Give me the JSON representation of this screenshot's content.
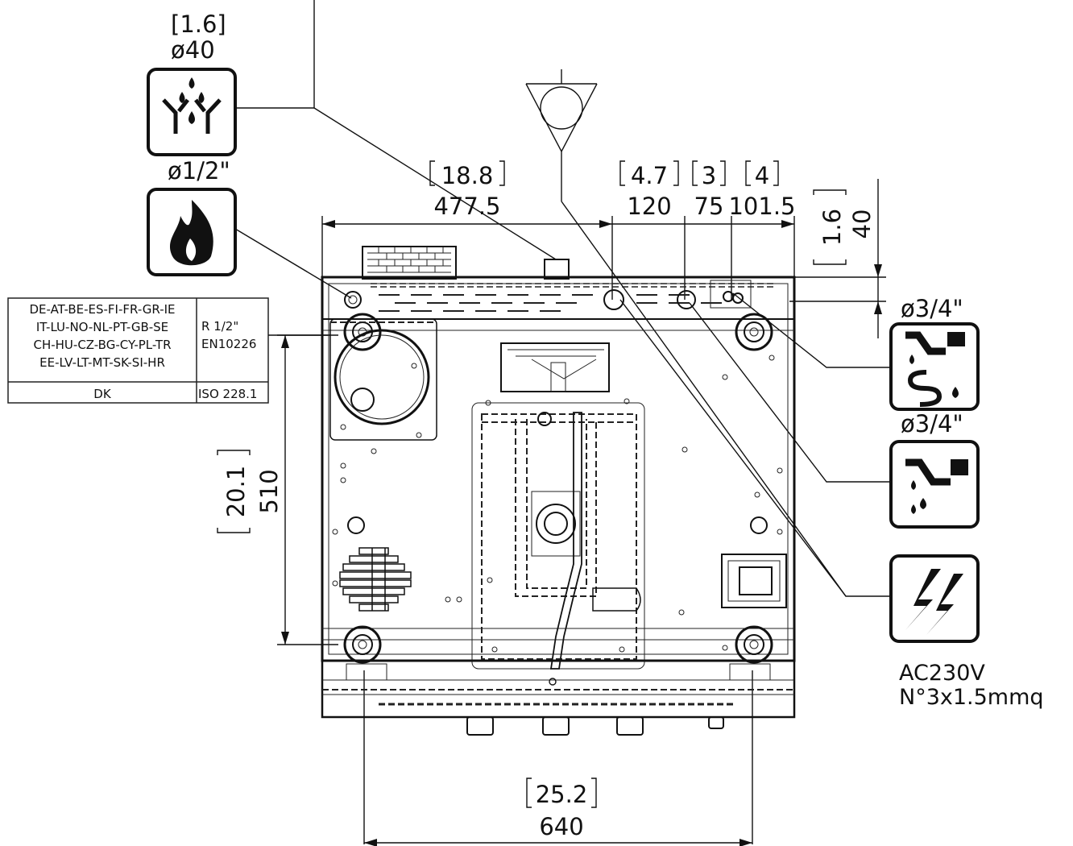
{
  "colors": {
    "line": "#111111",
    "background": "#ffffff"
  },
  "labels": {
    "water_inlet_inch": "[1.6]",
    "water_inlet_dia": "ø40",
    "gas_dia": "ø1/2\"",
    "width_inch": "18.8",
    "width_mm": "477.5",
    "dim_a_inch": "4.7",
    "dim_a_mm": "120",
    "dim_b_inch": "3",
    "dim_b_mm": "75",
    "dim_c_inch": "4",
    "dim_c_mm": "101.5",
    "vert_inch": "1.6",
    "vert_mm": "40",
    "drain1_dia": "ø3/4\"",
    "drain2_dia": "ø3/4\"",
    "depth_inch": "20.1",
    "depth_mm": "510",
    "base_inch": "25.2",
    "base_mm": "640",
    "power": "AC230V",
    "cable": "N°3x1.5mmq"
  },
  "table": {
    "row1_countries": [
      "DE-AT-BE-ES-FI-FR-GR-IE",
      "IT-LU-NO-NL-PT-GB-SE",
      "CH-HU-CZ-BG-CY-PL-TR",
      "EE-LV-LT-MT-SK-SI-HR"
    ],
    "row1_std1": "R 1/2\"",
    "row1_std2": "EN10226",
    "row2_country": "DK",
    "row2_std": "ISO 228.1"
  },
  "icons": [
    "water-inlet-icon",
    "gas-flame-icon",
    "drain-siphon-icon",
    "drain-icon",
    "electric-icon",
    "ground-symbol-icon"
  ]
}
